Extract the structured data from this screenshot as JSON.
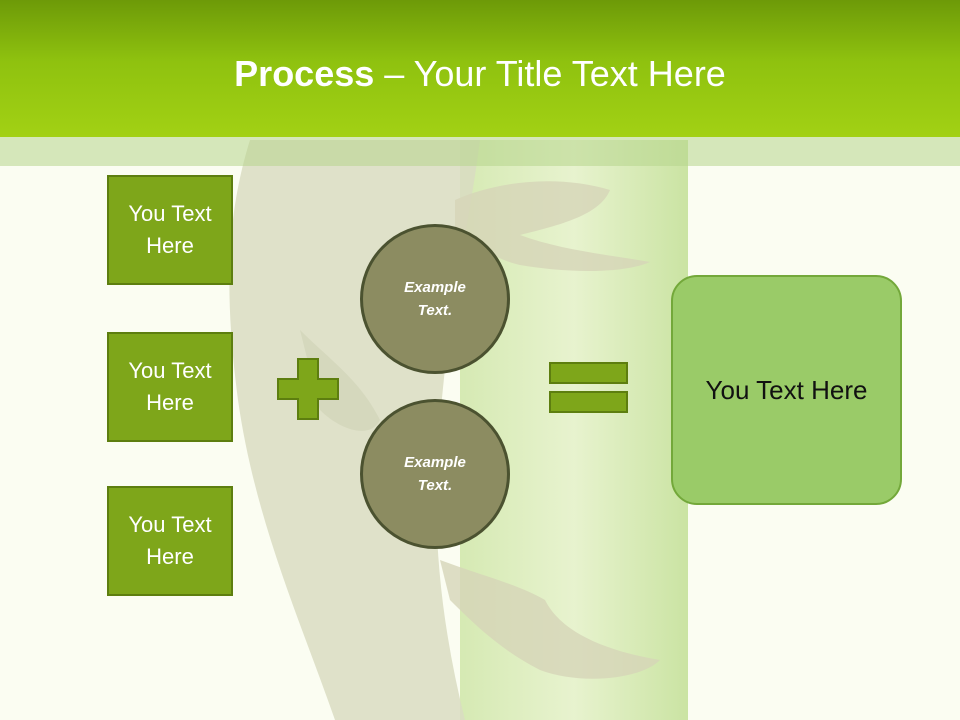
{
  "header": {
    "title_bold": "Process",
    "title_rest": " – Your Title Text Here"
  },
  "left_boxes": [
    {
      "label": "You Text Here"
    },
    {
      "label": "You Text Here"
    },
    {
      "label": "You Text Here"
    }
  ],
  "circles": [
    {
      "label": "Example Text."
    },
    {
      "label": "Example Text."
    }
  ],
  "result": {
    "label": "You Text Here"
  },
  "icons": {
    "plus": "plus-icon",
    "equals": "equals-icon",
    "background": "chameleon-photo"
  },
  "colors": {
    "header": "#8fc20f",
    "box_fill": "#7ea61a",
    "box_border": "#5d7e0f",
    "circle_fill": "#8c8c61",
    "circle_border": "#4b5230",
    "result_fill": "#9acb68",
    "operator_fill": "#7ea61a"
  }
}
